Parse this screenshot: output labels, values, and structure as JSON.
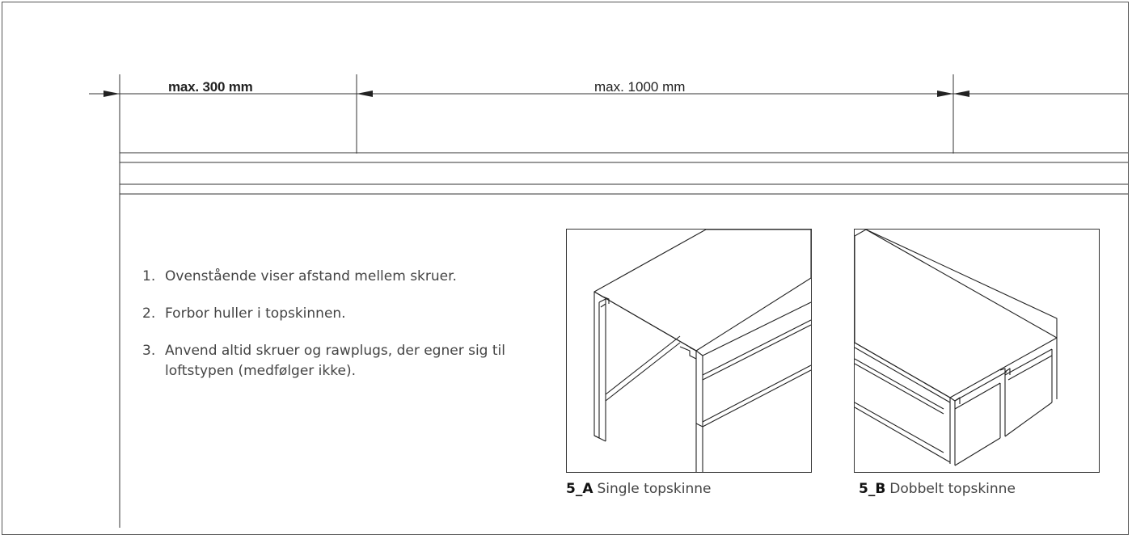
{
  "dimensions": {
    "first": "max. 300 mm",
    "second": "max. 1000 mm"
  },
  "steps": [
    {
      "number": "1.",
      "text": "Ovenstående viser afstand mellem skruer."
    },
    {
      "number": "2.",
      "text": "Forbor huller i topskinnen."
    },
    {
      "number": "3.",
      "text": "Anvend altid skruer og rawplugs, der egner sig til loftstypen (medfølger ikke)."
    }
  ],
  "figures": [
    {
      "code": "5_A",
      "label": "Single topskinne",
      "icon": "single-top-rail-profile"
    },
    {
      "code": "5_B",
      "label": "Dobbelt topskinne",
      "icon": "double-top-rail-profile"
    }
  ],
  "colors": {
    "line": "#333333",
    "text": "#444444"
  }
}
